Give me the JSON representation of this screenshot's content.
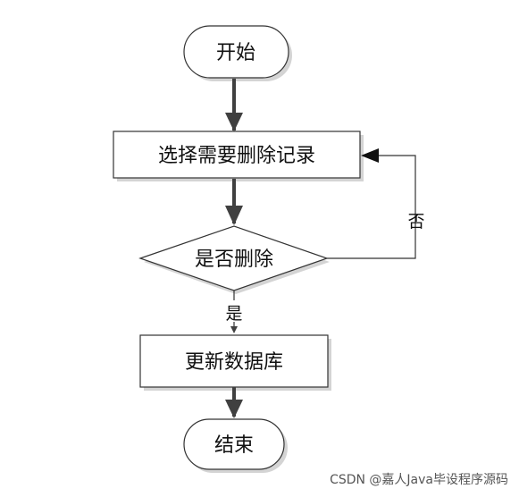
{
  "flowchart": {
    "nodes": {
      "start": "开始",
      "select": "选择需要删除记录",
      "decision": "是否删除",
      "update": "更新数据库",
      "end": "结束"
    },
    "edges": {
      "yes_label": "是",
      "no_label": "否"
    }
  },
  "watermark": "CSDN @嘉人Java毕设程序源码",
  "colors": {
    "stroke": "#333333",
    "shadow": "#d4d4d4",
    "fill": "#ffffff",
    "arrow": "#404040"
  }
}
